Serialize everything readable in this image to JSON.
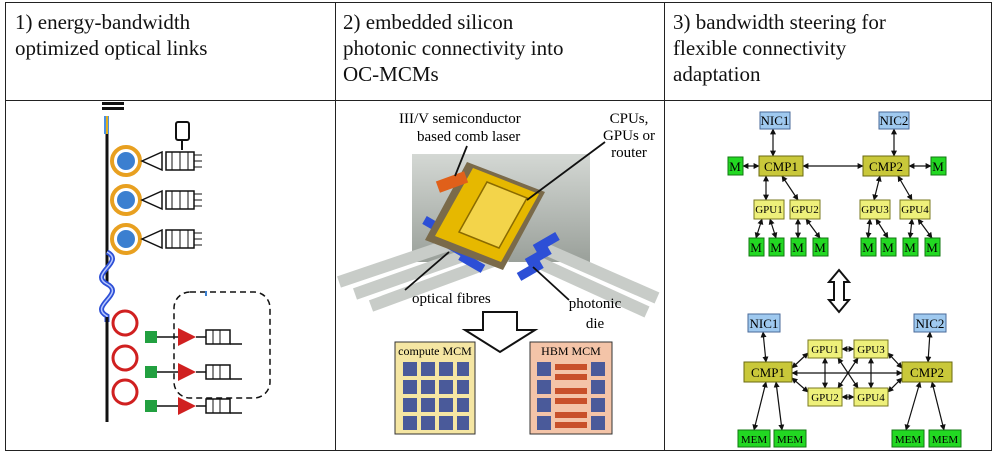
{
  "headers": [
    {
      "line1": "1) energy-bandwidth",
      "line2": "optimized optical links",
      "line3": ""
    },
    {
      "line1": "2) embedded silicon",
      "line2": "photonic connectivity into",
      "line3": "OC-MCMs"
    },
    {
      "line1": "3) bandwidth steering for",
      "line2": "flexible connectivity",
      "line3": "adaptation"
    }
  ],
  "panel2": {
    "laser_label_1": "III/V semiconductor",
    "laser_label_2": "based comb laser",
    "cpu_label_1": "CPUs,",
    "cpu_label_2": "GPUs or",
    "cpu_label_3": "router",
    "fibre_label": "optical fibres",
    "die_label_1": "photonic",
    "die_label_2": "die",
    "compute_mcm": "compute MCM",
    "hbm_mcm": "HBM MCM"
  },
  "panel3": {
    "top": {
      "nic1": "NIC1",
      "nic2": "NIC2",
      "cmp1": "CMP1",
      "cmp2": "CMP2",
      "m": "M",
      "gpu1": "GPU1",
      "gpu2": "GPU2",
      "gpu3": "GPU3",
      "gpu4": "GPU4"
    },
    "bottom": {
      "nic1": "NIC1",
      "nic2": "NIC2",
      "cmp1": "CMP1",
      "cmp2": "CMP2",
      "gpu1": "GPU1",
      "gpu2": "GPU2",
      "gpu3": "GPU3",
      "gpu4": "GPU4",
      "mem": "MEM"
    }
  },
  "colors": {
    "nic": "#9fc9ef",
    "cmp": "#c9c83a",
    "gpu": "#eef07a",
    "mem": "#22d822",
    "ring": "#e8a020",
    "ring_core": "#3b7fd0",
    "fibre": "#2d4fd6",
    "chip_gold": "#e6b800"
  }
}
